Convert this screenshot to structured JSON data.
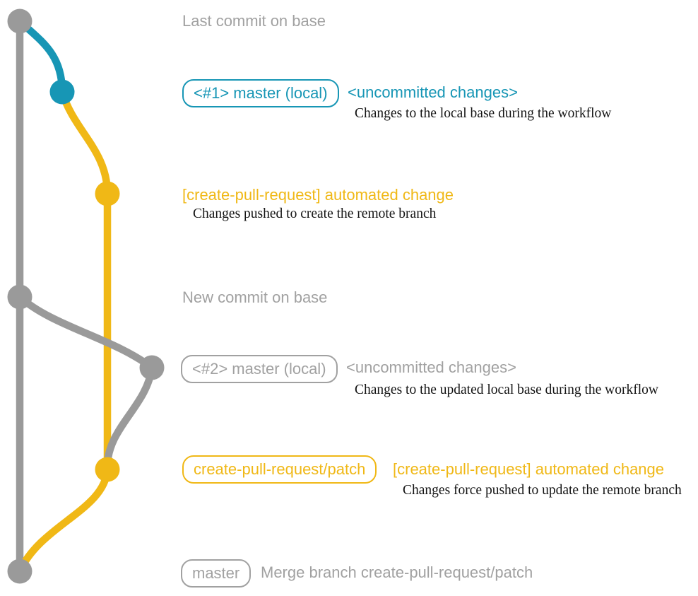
{
  "colors": {
    "gray": "#9A9A9A",
    "grayText": "#A1A1A1",
    "teal": "#1796B5",
    "yellow": "#F0B816",
    "ink": "#141414",
    "background": "#FFFFFF"
  },
  "labels": {
    "last_commit": "Last commit on base",
    "branch1_badge": "<#1> master (local)",
    "uncommitted1_title": "<uncommitted changes>",
    "uncommitted1_desc": "Changes to the local base during the workflow",
    "patch1_title": "[create-pull-request] automated change",
    "patch1_desc": "Changes pushed to create the remote branch",
    "new_commit": "New commit on base",
    "branch2_badge": "<#2> master (local)",
    "uncommitted2_title": "<uncommitted changes>",
    "uncommitted2_desc": "Changes to the updated local base during the workflow",
    "patch2_badge": "create-pull-request/patch",
    "patch2_title": "[create-pull-request] automated change",
    "patch2_desc": "Changes force pushed to update the remote branch",
    "master_badge": "master",
    "merge_text": "Merge branch create-pull-request/patch"
  },
  "graph": {
    "nodes": [
      {
        "name": "commit-node-last-base",
        "color": "gray"
      },
      {
        "name": "commit-node-local-1",
        "color": "teal"
      },
      {
        "name": "commit-node-patch-1",
        "color": "yellow"
      },
      {
        "name": "commit-node-new-base",
        "color": "gray"
      },
      {
        "name": "commit-node-local-2",
        "color": "gray"
      },
      {
        "name": "commit-node-patch-2",
        "color": "yellow"
      },
      {
        "name": "commit-node-merge",
        "color": "gray"
      }
    ],
    "branches": [
      {
        "name": "base-branch-line",
        "color": "gray"
      },
      {
        "name": "local-master-branch-1",
        "color": "teal"
      },
      {
        "name": "create-pull-request-patch-branch",
        "color": "yellow"
      },
      {
        "name": "local-master-branch-2",
        "color": "gray"
      },
      {
        "name": "merge-curve",
        "color": "yellow"
      }
    ]
  }
}
